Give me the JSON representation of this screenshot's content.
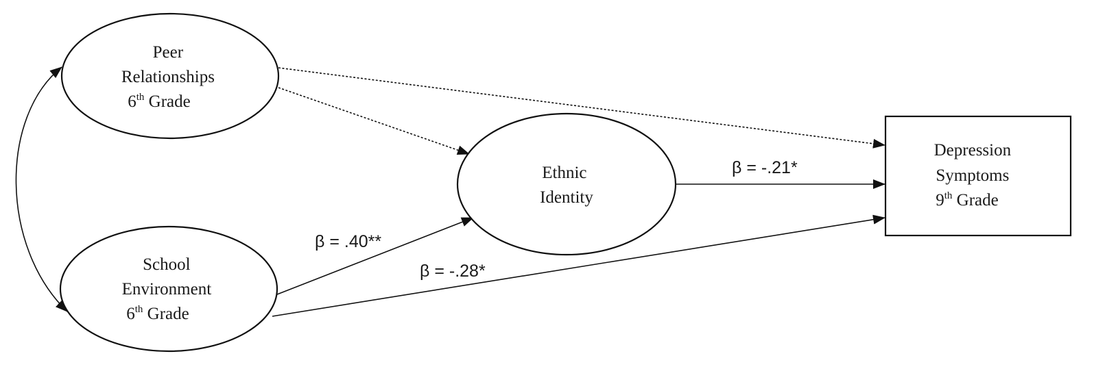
{
  "nodes": {
    "peer": {
      "line1": "Peer",
      "line2": "Relationships",
      "line3_num": "6",
      "line3_sup": "th",
      "line3_rest": " Grade"
    },
    "school": {
      "line1": "School",
      "line2": "Environment",
      "line3_num": "6",
      "line3_sup": "th",
      "line3_rest": " Grade"
    },
    "ethnic": {
      "line1": "Ethnic",
      "line2": "Identity"
    },
    "depression": {
      "line1": "Depression",
      "line2": "Symptoms",
      "line3_num": "9",
      "line3_sup": "th",
      "line3_rest": " Grade"
    }
  },
  "paths": {
    "ethnic_to_depression": "β = -.21*",
    "school_to_ethnic": "β = .40**",
    "school_to_depression": "β = -.28*"
  },
  "colors": {
    "stroke": "#111111",
    "text": "#1a1a1a",
    "background": "#ffffff"
  }
}
